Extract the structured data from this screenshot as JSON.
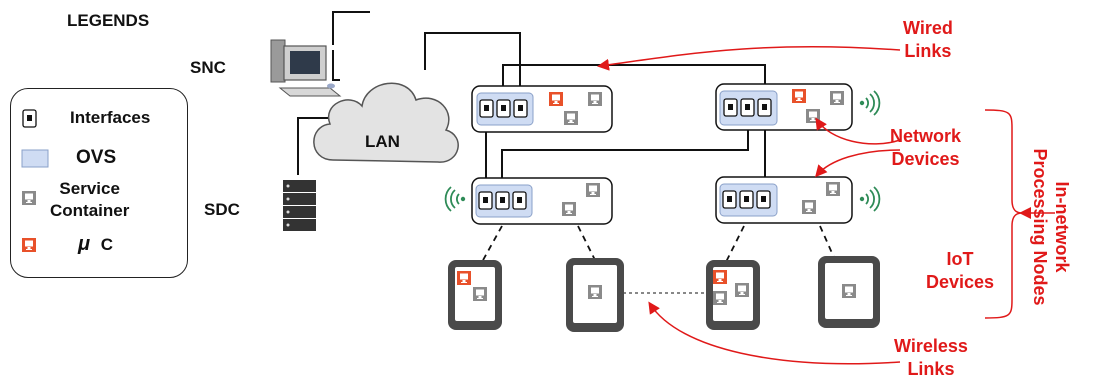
{
  "legend": {
    "title": "LEGENDS",
    "items": [
      {
        "label": "Interfaces"
      },
      {
        "label": "OVS"
      },
      {
        "label": "Service\nContainer"
      },
      {
        "label_symbol": "μ",
        "label": "C"
      }
    ]
  },
  "nodes": {
    "snc_label": "SNC",
    "sdc_label": "SDC",
    "lan_label": "LAN"
  },
  "annotations": {
    "wired_links": "Wired\nLinks",
    "network_devices": "Network\nDevices",
    "iot_devices": "IoT\nDevices",
    "wireless_links": "Wireless\nLinks",
    "in_network": "In-network\nProcessing Nodes"
  },
  "colors": {
    "accent_red": "#e01919",
    "ovs_fill": "#cfdcf3",
    "service_gray": "#8a8a8a",
    "micro_orange": "#e8512a",
    "wifi_green": "#2e8b57"
  }
}
